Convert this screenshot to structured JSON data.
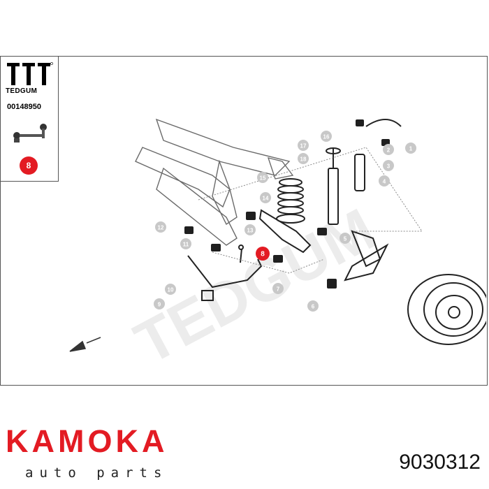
{
  "brand": {
    "name": "TEDGUM",
    "code": "00148950",
    "highlight_callout": "8",
    "watermark": "TEDGUM"
  },
  "diagram": {
    "callouts": [
      "1",
      "2",
      "3",
      "4",
      "5",
      "6",
      "7",
      "8",
      "9",
      "10",
      "11",
      "12",
      "13",
      "14",
      "15",
      "16",
      "17",
      "18"
    ],
    "highlighted": "8",
    "colors": {
      "callout": "#c8c8c8",
      "highlight": "#e31b23",
      "line": "#8a8a8a",
      "part": "#222222"
    }
  },
  "footer": {
    "logo_text": "KAMOKA",
    "logo_subtext": "auto parts",
    "part_number": "9030312",
    "brand_color": "#e31b23"
  }
}
